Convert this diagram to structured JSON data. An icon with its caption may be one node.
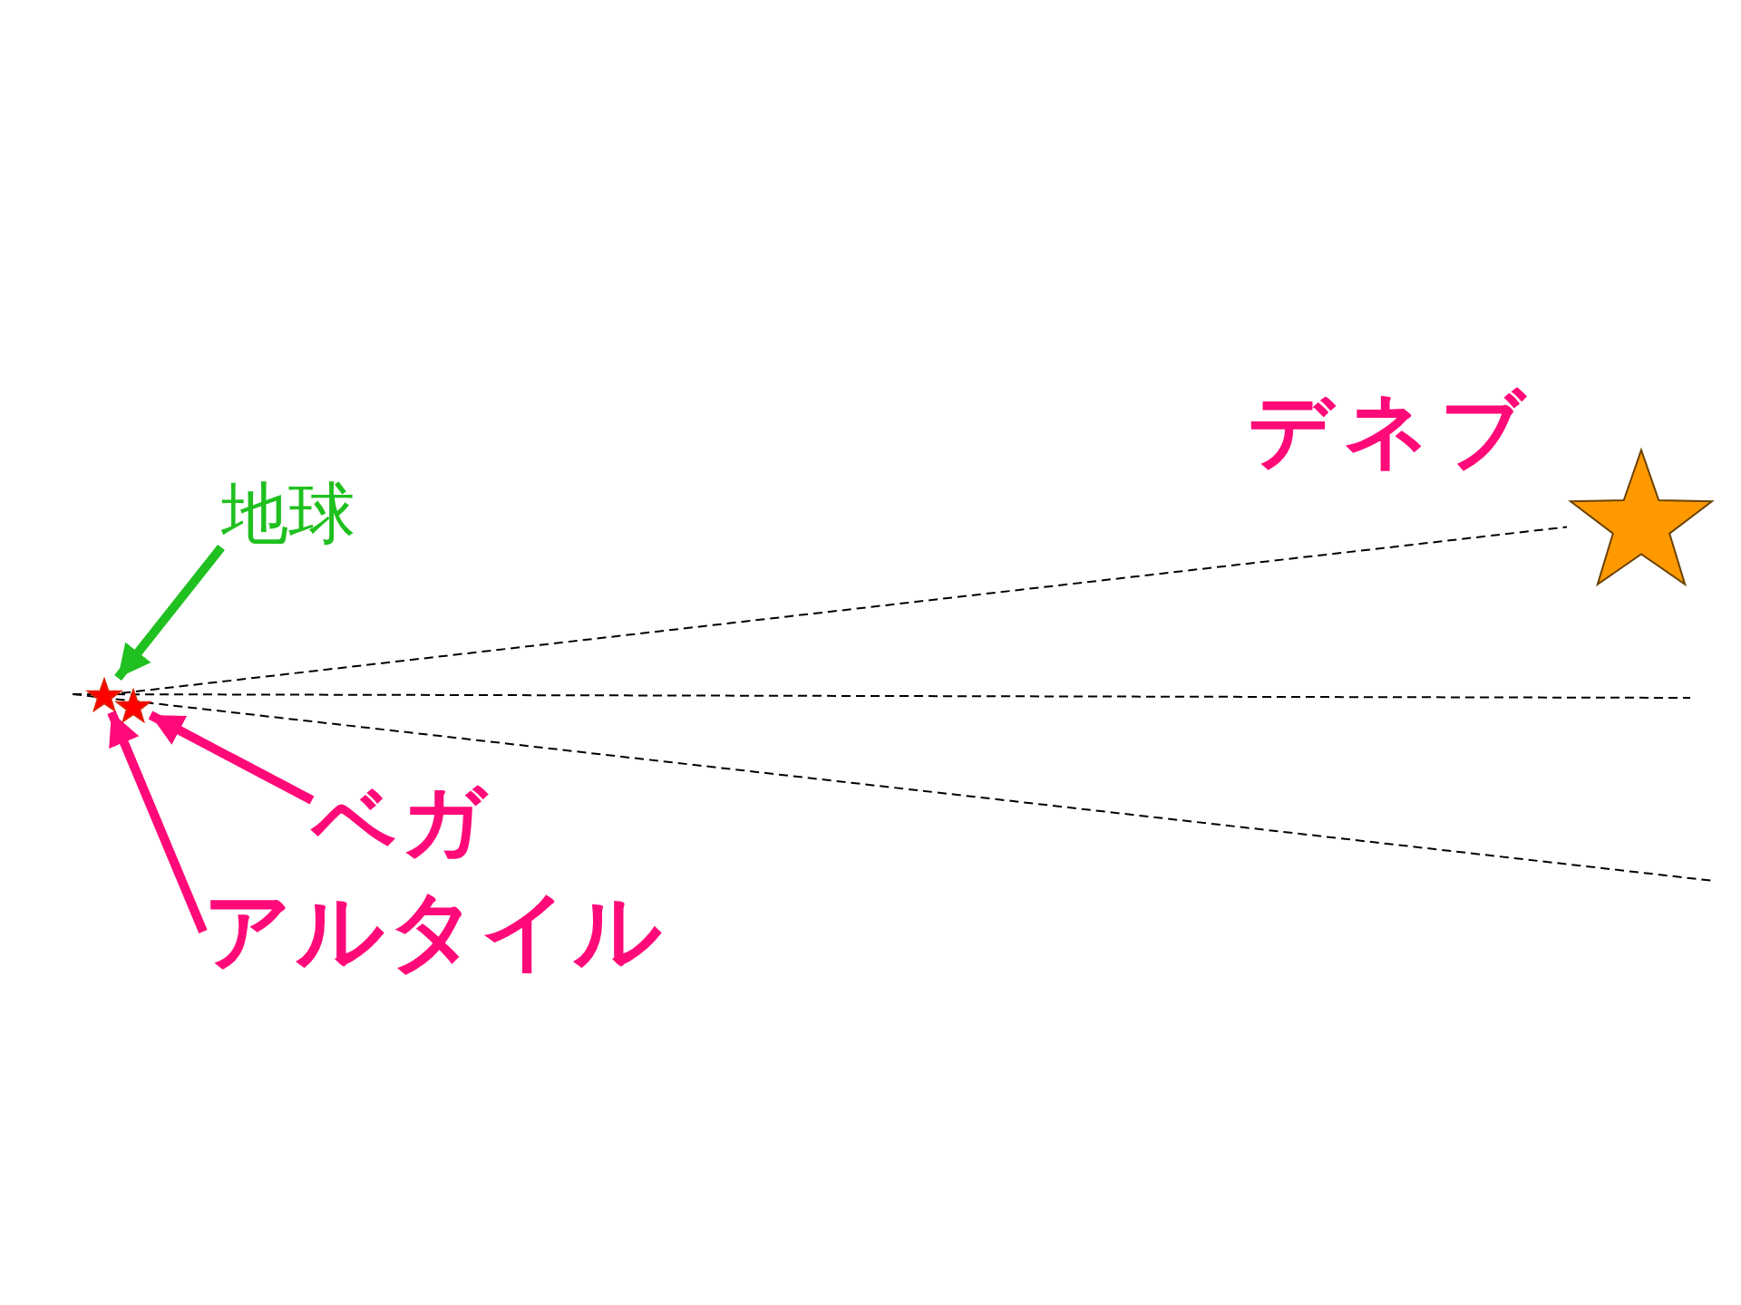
{
  "diagram": {
    "nodes": [
      {
        "text": [
          "デネブ"
        ]
      },
      {
        "text": [],
        "shape": "star"
      },
      {
        "text": [
          "地球"
        ]
      },
      {
        "text": [],
        "shape": "star"
      },
      {
        "text": [],
        "shape": "star"
      },
      {
        "text": [
          "ベガ"
        ]
      },
      {
        "text": [
          "アルタイル"
        ]
      }
    ],
    "edges": [
      {
        "from": 3,
        "to": 1,
        "arrow": "none",
        "style": "dashed",
        "color": "#000000"
      },
      {
        "from": 2,
        "to": 3,
        "arrow": "to",
        "color": "#1fc01f"
      },
      {
        "from": 5,
        "to": 4,
        "arrow": "to"
      },
      {
        "from": 6,
        "to": 3,
        "arrow": "to"
      }
    ]
  }
}
